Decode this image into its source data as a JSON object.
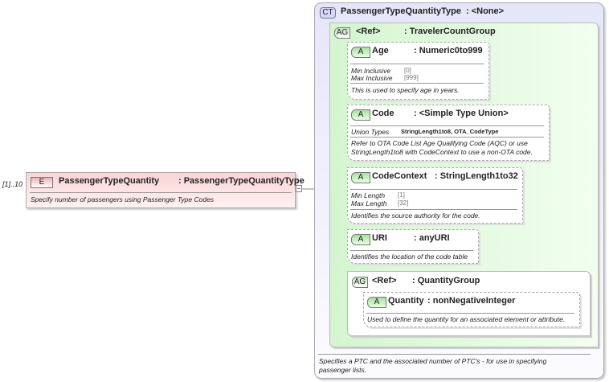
{
  "element": {
    "occurrence": "[1]..10",
    "badge": "E",
    "name": "PassengerTypeQuantity",
    "type": ": PassengerTypeQuantityType",
    "description": "Specify number of passengers using Passenger Type Codes",
    "collapse_symbol": "−"
  },
  "complex_type": {
    "badge": "CT",
    "name": "PassengerTypeQuantityType",
    "base": ": <None>",
    "description_line1": "Specifies a PTC and the associated number of PTC's - for use in specifying",
    "description_line2": "passenger lists."
  },
  "traveler_group": {
    "badge": "AG",
    "ref": "<Ref>",
    "name": ": TravelerCountGroup"
  },
  "attributes": [
    {
      "badge": "A",
      "name": "Age",
      "type": ": Numeric0to999",
      "facets": [
        {
          "label": "Min Inclusive",
          "value": "[0]"
        },
        {
          "label": "Max Inclusive",
          "value": "[999]"
        }
      ],
      "description": "This is used to specify age in years."
    },
    {
      "badge": "A",
      "name": "Code",
      "type": ": <Simple Type Union>",
      "union_label": "Union Types",
      "union_value": "StringLength1to8, OTA_CodeType",
      "description_line1": "Refer to OTA Code List Age Qualifying Code (AQC) or use",
      "description_line2": "StringLength1to8 with CodeContext to use a non-OTA code."
    },
    {
      "badge": "A",
      "name": "CodeContext",
      "type": ": StringLength1to32",
      "facets": [
        {
          "label": "Min Length",
          "value": "[1]"
        },
        {
          "label": "Max Length",
          "value": "[32]"
        }
      ],
      "description": "Identifies the source authority for the code."
    },
    {
      "badge": "A",
      "name": "URI",
      "type": ": anyURI",
      "description": "Identifies the location of the code table"
    }
  ],
  "quantity_group": {
    "badge": "AG",
    "ref": "<Ref>",
    "name": ": QuantityGroup",
    "attribute": {
      "badge": "A",
      "name": "Quantity",
      "type": ": nonNegativeInteger",
      "description": "Used to define the quantity for an associated element or attribute."
    }
  }
}
